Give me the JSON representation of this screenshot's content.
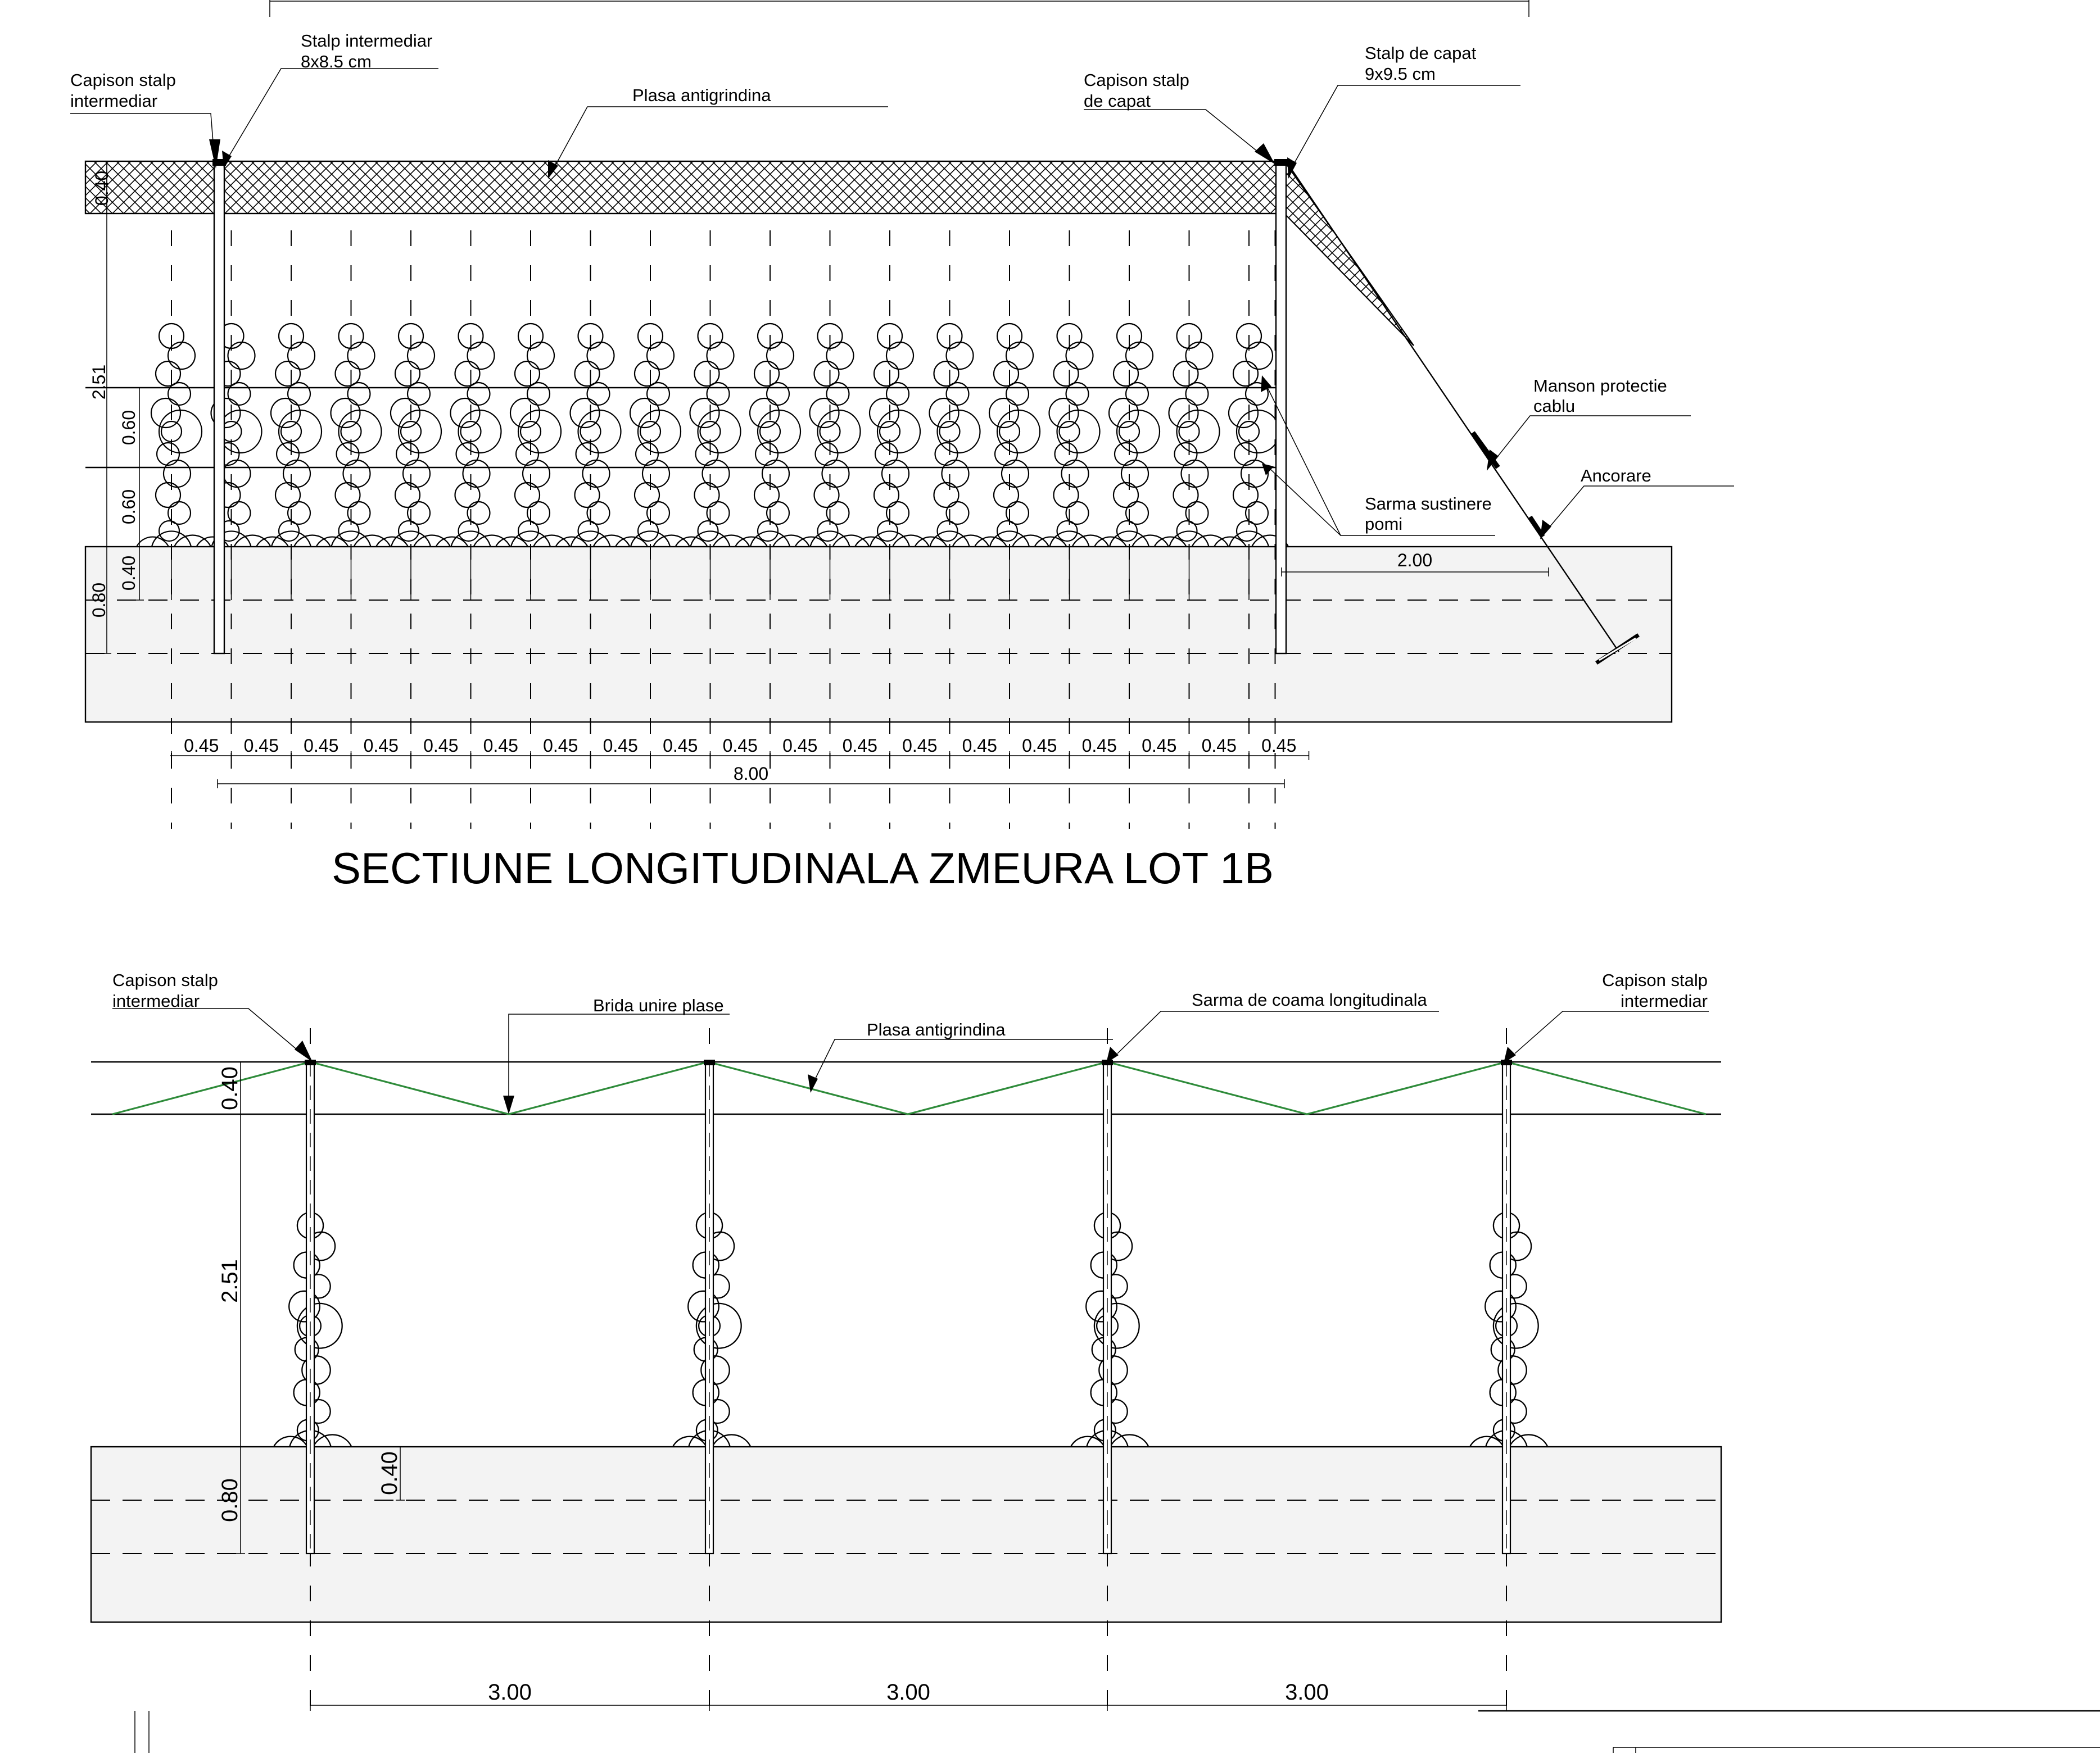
{
  "section1": {
    "title": "SECTIUNE LONGITUDINALA ZMEURA LOT 1B",
    "labels": {
      "capison_intermediar": [
        "Capison stalp",
        "intermediar"
      ],
      "stalp_intermediar": [
        "Stalp intermediar",
        "8x8.5 cm"
      ],
      "plasa": "Plasa antigrindina",
      "capison_capat": [
        "Capison stalp",
        "de capat"
      ],
      "stalp_capat": [
        "Stalp de capat",
        "9x9.5 cm"
      ],
      "manson": [
        "Manson protectie",
        "cablu"
      ],
      "ancorare": "Ancorare",
      "sarma": [
        "Sarma sustinere",
        "pomi"
      ]
    },
    "dims": {
      "net_height": "0.40",
      "total_height": "2.51",
      "wire_upper": "0.60",
      "wire_lower": "0.60",
      "bottom": "0.40",
      "depth": "0.80",
      "anchor": "2.00",
      "spacing": "0.45",
      "total_length": "8.00"
    },
    "plant_count": 19
  },
  "section2": {
    "labels": {
      "capison_left": [
        "Capison stalp",
        "intermediar"
      ],
      "brida": "Brida unire plase",
      "plasa": "Plasa antigrindina",
      "sarma_coama": "Sarma de coama longitudinala",
      "capison_right": [
        "Capison stalp",
        "intermediar"
      ]
    },
    "dims": {
      "net_height": "0.40",
      "total_height": "2.51",
      "bottom": "0.40",
      "depth": "0.80",
      "spacing": [
        "3.00",
        "3.00",
        "3.00"
      ]
    },
    "net_color": "#2e8b3a"
  }
}
